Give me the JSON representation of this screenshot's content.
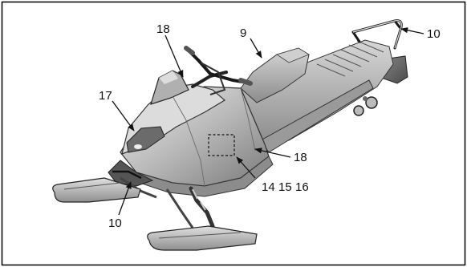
{
  "figure": {
    "callouts": {
      "c18_top": "18",
      "c9": "9",
      "c10_right": "10",
      "c17": "17",
      "c18_side": "18",
      "c14": "14",
      "c15": "15",
      "c16": "16",
      "c10_bottom": "10"
    }
  },
  "colors": {
    "border": "#000000",
    "body_light": "#d9d9d9",
    "body_mid": "#a6a6a6",
    "body_dark": "#5e5e5e",
    "line": "#1a1a1a"
  }
}
